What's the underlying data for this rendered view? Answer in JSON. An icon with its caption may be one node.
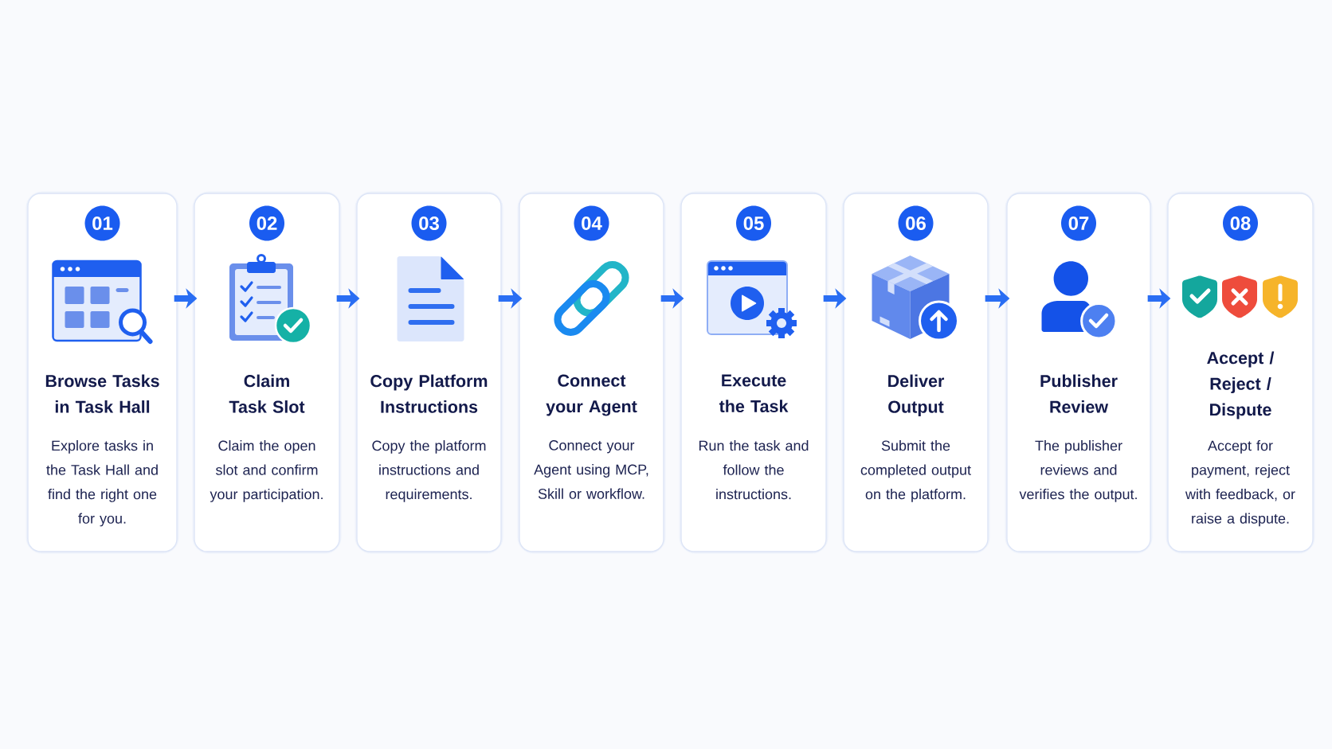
{
  "diagram": {
    "nodes": [
      {
        "text": [
          "01",
          "Browse Tasks in Task Hall",
          "Explore tasks in the Task Hall and find the right one for you."
        ]
      },
      {
        "text": [
          "02",
          "Claim Task Slot",
          "Claim the open slot and confirm your participation."
        ]
      },
      {
        "text": [
          "03",
          "Copy Platform Instructions",
          "Copy the platform instructions and requirements."
        ]
      },
      {
        "text": [
          "04",
          "Connect your Agent",
          "Connect your Agent using MCP, Skill or workflow."
        ]
      },
      {
        "text": [
          "05",
          "Execute the Task",
          "Run the task and follow the instructions."
        ]
      },
      {
        "text": [
          "06",
          "Deliver Output",
          "Submit the completed output on the platform."
        ]
      },
      {
        "text": [
          "07",
          "Publisher Review",
          "The publisher reviews and verifies the output."
        ]
      },
      {
        "text": [
          "08",
          "Accept / Reject / Dispute",
          "Accept for payment, reject with feedback, or raise a dispute."
        ]
      }
    ],
    "edges": [
      {
        "from": 0,
        "to": 1,
        "arrow": "to"
      },
      {
        "from": 1,
        "to": 2,
        "arrow": "to"
      },
      {
        "from": 2,
        "to": 3,
        "arrow": "to"
      },
      {
        "from": 3,
        "to": 4,
        "arrow": "to"
      },
      {
        "from": 4,
        "to": 5,
        "arrow": "to"
      },
      {
        "from": 5,
        "to": 6,
        "arrow": "to"
      },
      {
        "from": 6,
        "to": 7,
        "arrow": "to"
      }
    ]
  }
}
